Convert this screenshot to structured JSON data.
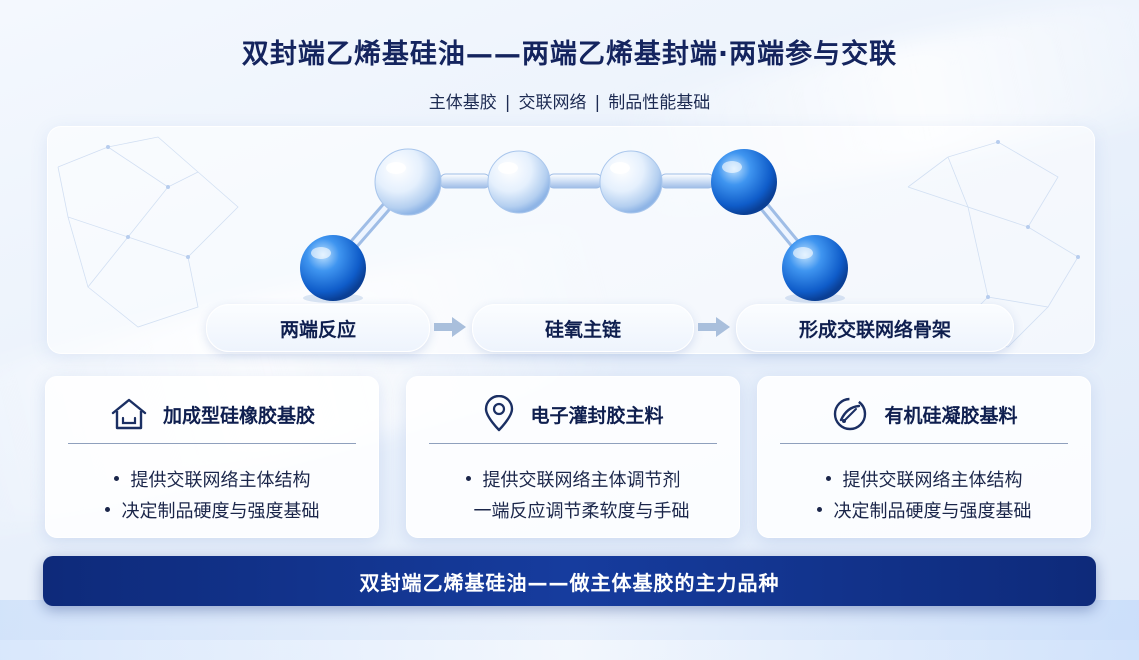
{
  "title": "双封端乙烯基硅油——两端乙烯基封端·两端参与交联",
  "subtitle": {
    "items": [
      "主体基胶",
      "交联网络",
      "制品性能基础"
    ],
    "separator": "|"
  },
  "flow": {
    "steps": [
      "两端反应",
      "硅氧主链",
      "形成交联网络骨架"
    ]
  },
  "cards": [
    {
      "icon": "house-icon",
      "title": "加成型硅橡胶基胶",
      "lines": [
        "提供交联网络主体结构",
        "决定制品硬度与强度基础"
      ]
    },
    {
      "icon": "location-pin-icon",
      "title": "电子灌封胶主料",
      "lines": [
        "提供交联网络主体调节剂",
        "一端反应调节柔软度与手础"
      ]
    },
    {
      "icon": "gauge-icon",
      "title": "有机硅凝胶基料",
      "lines": [
        "提供交联网络主体结构",
        "决定制品硬度与强度基础"
      ]
    }
  ],
  "banner": "双封端乙烯基硅油——做主体基胶的主力品种",
  "colors": {
    "accent_blue": "#1e6fd9",
    "banner_navy": "#0e2a7a",
    "title_navy": "#14245e"
  }
}
